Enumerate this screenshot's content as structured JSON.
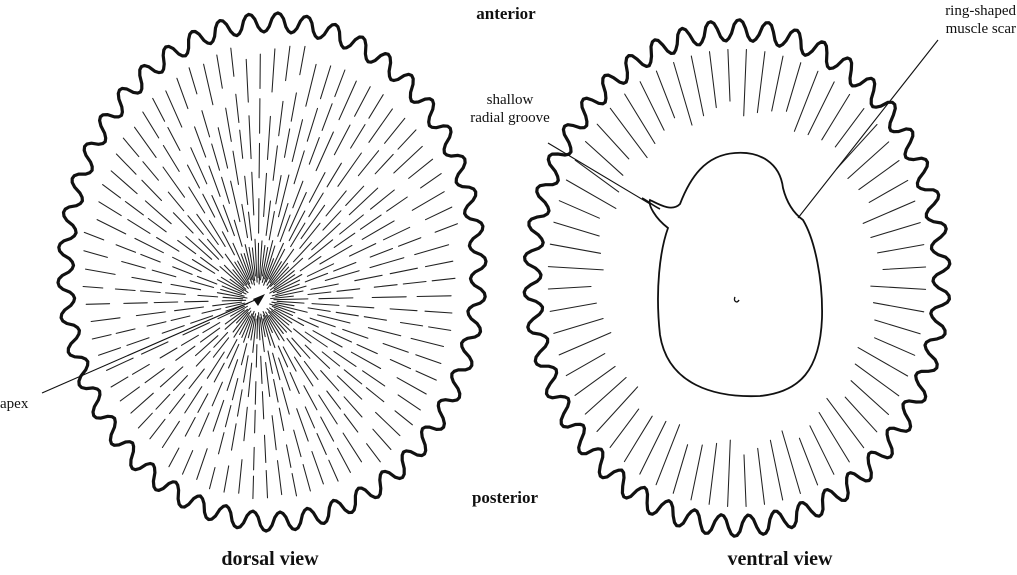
{
  "labels": {
    "anterior": "anterior",
    "posterior": "posterior",
    "apex": "apex",
    "groove_line1": "shallow",
    "groove_line2": "radial groove",
    "scar_line1": "ring-shaped",
    "scar_line2": "muscle scar",
    "dorsal_view": "dorsal view",
    "ventral_view": "ventral view"
  },
  "colors": {
    "ink": "#111111",
    "background": "#ffffff"
  }
}
